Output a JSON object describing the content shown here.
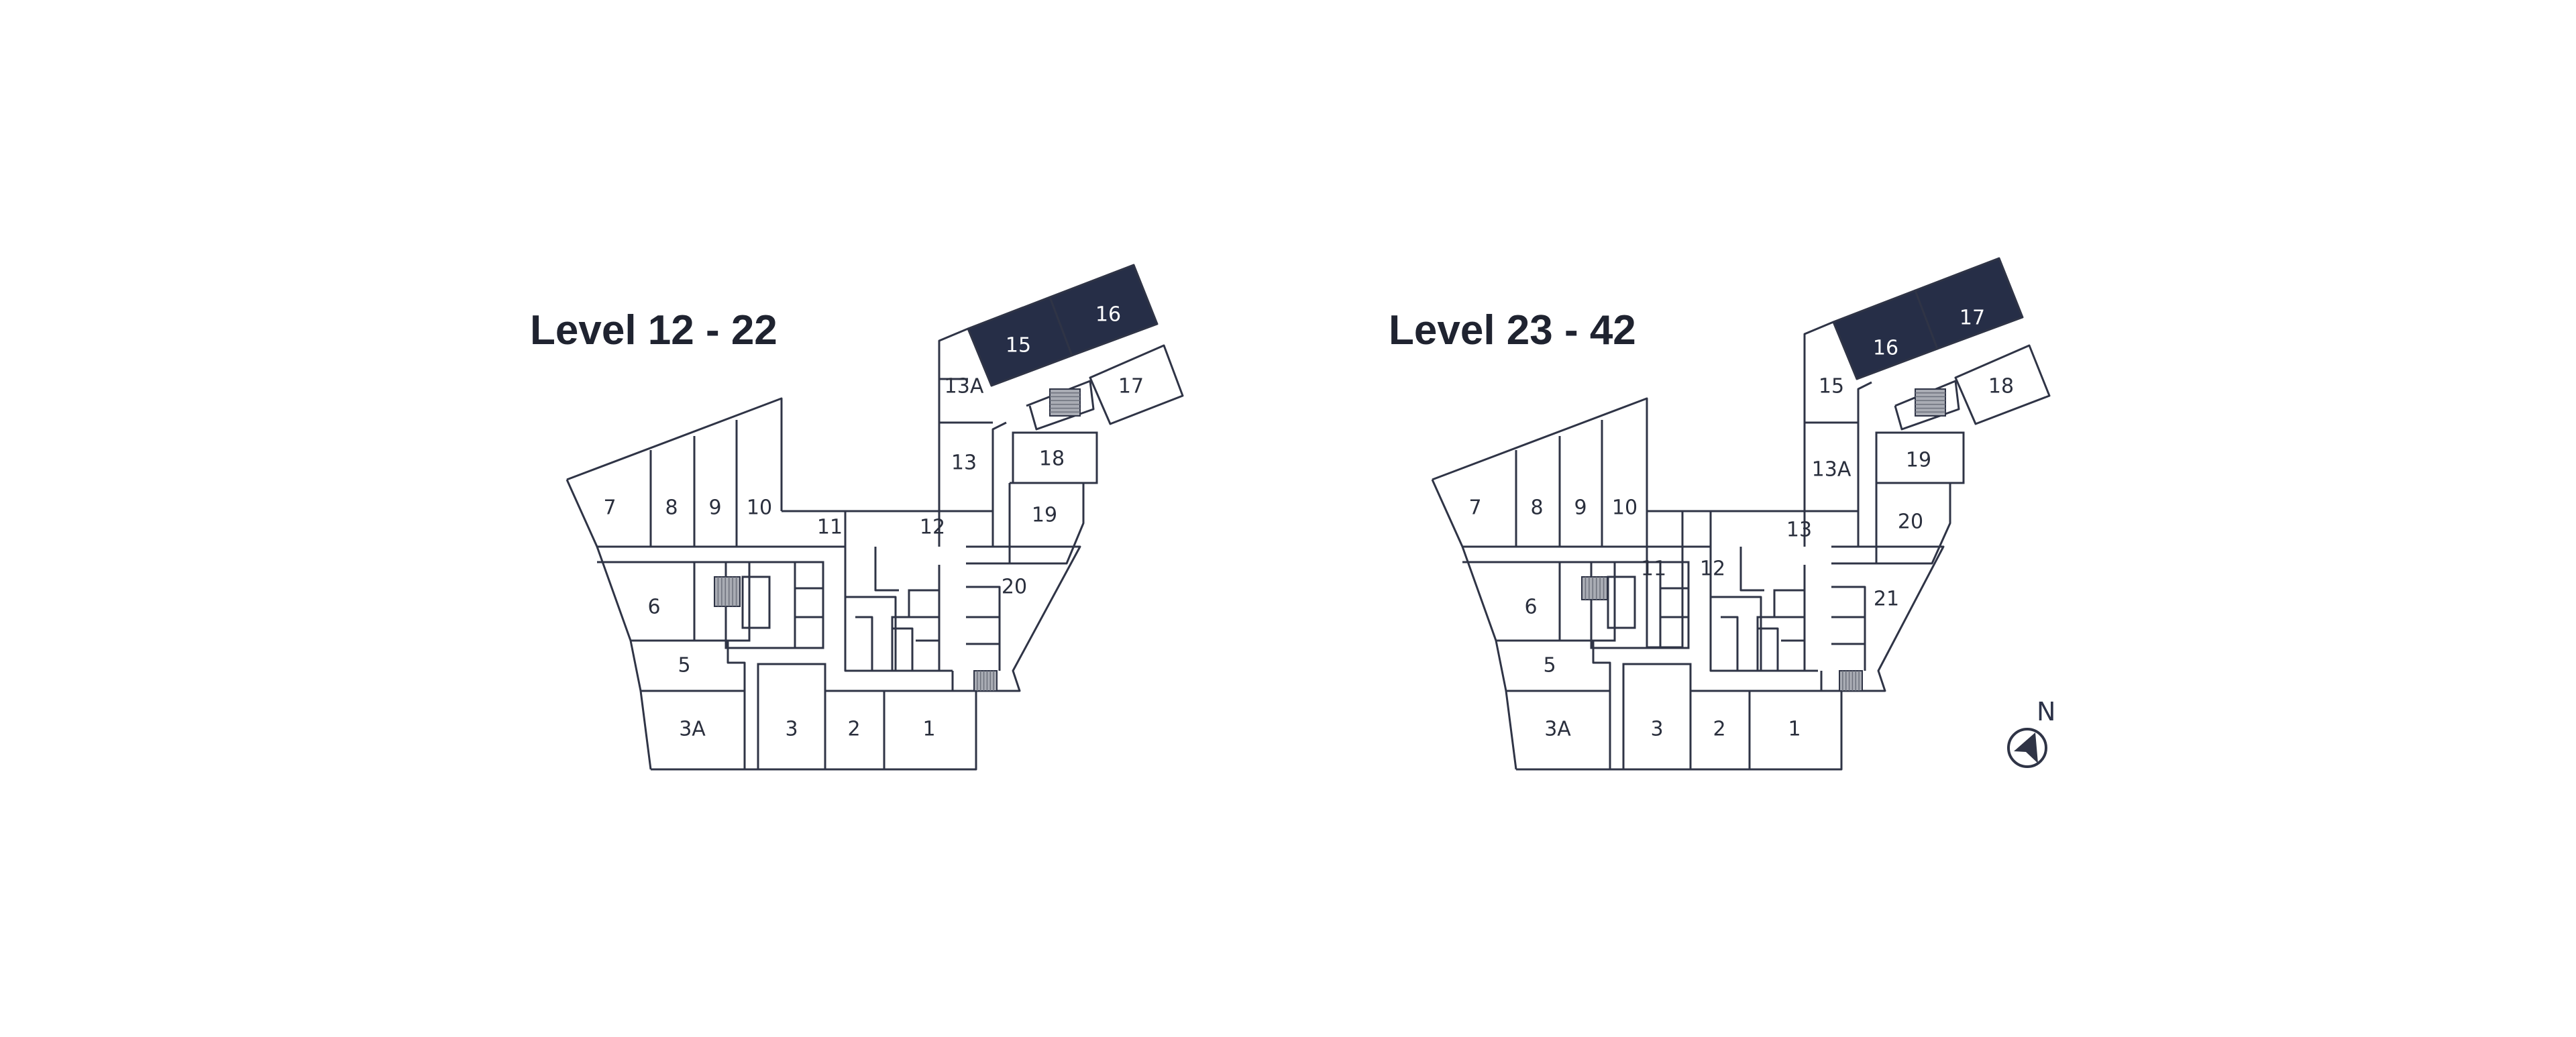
{
  "colors": {
    "line": "#2f3446",
    "highlight": "#262e47",
    "stair": "#a9acb4",
    "background": "#ffffff"
  },
  "plans": [
    {
      "title": "Level 12 - 22",
      "units": [
        "1",
        "2",
        "3",
        "3A",
        "5",
        "6",
        "7",
        "8",
        "9",
        "10",
        "11",
        "12",
        "13",
        "13A",
        "15",
        "16",
        "17",
        "18",
        "19",
        "20"
      ],
      "highlighted_units": [
        "15",
        "16"
      ]
    },
    {
      "title": "Level 23 - 42",
      "units": [
        "1",
        "2",
        "3",
        "3A",
        "5",
        "6",
        "7",
        "8",
        "9",
        "10",
        "11",
        "12",
        "13",
        "13A",
        "15",
        "16",
        "17",
        "18",
        "19",
        "20",
        "21"
      ],
      "highlighted_units": [
        "16",
        "17"
      ]
    }
  ],
  "compass": {
    "icon": "north-arrow-icon",
    "label": "N"
  }
}
